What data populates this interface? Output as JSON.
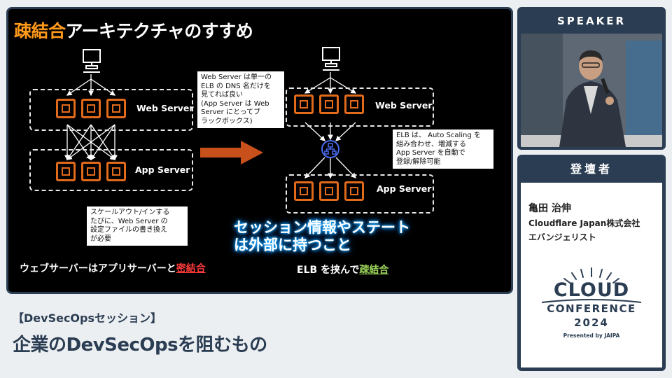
{
  "slide": {
    "title_highlight": "疎結合",
    "title_rest": "アーキテクチャのすすめ",
    "left_diagram": {
      "web_label": "Web Server",
      "app_label": "App Server"
    },
    "right_diagram": {
      "web_label": "Web Server",
      "app_label": "App Server"
    },
    "note_scaleout": [
      "スケールアウト/インする",
      "たびに、Web Server の",
      "設定ファイルの書き換え",
      "が必要"
    ],
    "note_dns": [
      "Web Server は単一の",
      "ELB の DNS 名だけを",
      "見てれば良い",
      "(App Server は Web",
      "Server にとってブ",
      "ラックボックス)"
    ],
    "note_elb": [
      "ELB は、 Auto Scaling を",
      "組み合わせ、増減する",
      "App Server を自動で",
      "登録/解除可能"
    ],
    "glow_text": [
      "セッション情報やステート",
      "は外部に持つこと"
    ],
    "caption_left_main": "ウェブサーバーはアプリサーバーと",
    "caption_left_accent": "密結合",
    "caption_right_main": "ELB を挟んで",
    "caption_right_accent": "疎結合",
    "icons": [
      "computer-icon",
      "chip-icon",
      "load-balancer-icon",
      "arrow-right-icon"
    ],
    "colors": {
      "accent_orange": "#ff9a1a",
      "chip": "#e26a1b",
      "arrow": "#c8501a",
      "tight": "#ff3b3b",
      "loose": "#9bd35a"
    }
  },
  "speaker_panel": {
    "header": "SPEAKER"
  },
  "info_panel": {
    "header": "登壇者",
    "speaker_name": "亀田 治伸",
    "speaker_org": "Cloudflare Japan株式会社",
    "speaker_role": "エバンジェリスト",
    "logo": {
      "line1": "CLOUD",
      "line2": "CONFERENCE",
      "line3": "2024",
      "line4": "Presented by JAIPA"
    }
  },
  "session_label": "【DevSecOpsセッション】",
  "talk_title": "企業のDevSecOpsを阻むもの",
  "colors": {
    "panel": "#2b3d52",
    "background": "#eceff2"
  }
}
